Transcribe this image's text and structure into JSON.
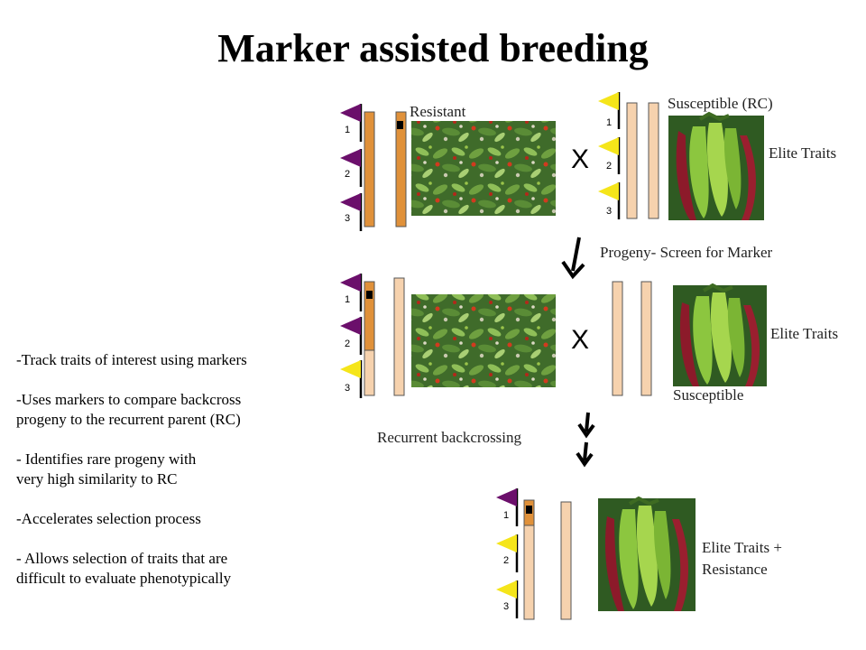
{
  "title": "Marker assisted breeding",
  "colors": {
    "resistant_marker": "#6b0f6b",
    "susceptible_marker": "#f5e51a",
    "resistant_chromosome": "#e0913a",
    "recurrent_chromosome": "#f6d2ae",
    "chromosome_stroke": "#555555"
  },
  "labels": {
    "resistant": "Resistant",
    "susceptible_rc": "Susceptible (RC)",
    "elite_traits_1": "Elite Traits",
    "cross_1": "X",
    "progeny": "Progeny- Screen for Marker",
    "cross_2": "X",
    "elite_traits_2": "Elite Traits",
    "susceptible": "Susceptible",
    "recurrent_backcrossing": "Recurrent backcrossing",
    "elite_resistance_line1": "Elite Traits +",
    "elite_resistance_line2": "Resistance"
  },
  "marker_numbers": [
    "1",
    "2",
    "3"
  ],
  "bullets": [
    "-Track traits of interest using markers",
    "-Uses markers to compare backcross\n progeny to the recurrent parent (RC)",
    "- Identifies rare progeny with\n very high similarity to RC",
    "-Accelerates selection process",
    "- Allows selection of traits that are\ndifficult to evaluate phenotypically"
  ],
  "images": {
    "resistant_plant": "photo of small-fruited pepper plant",
    "elite_pepper": "photo of green and red elongated peppers"
  }
}
